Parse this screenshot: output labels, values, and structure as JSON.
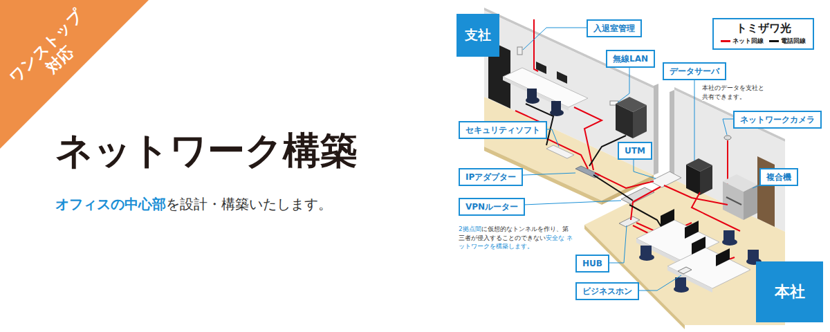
{
  "diagram": {
    "title": "ネットワーク構築",
    "nodes": [
      {
        "text": [
          "ワンストップ 対応"
        ]
      },
      {
        "text": [
          "支社"
        ]
      },
      {
        "text": [
          "入退室管理"
        ]
      },
      {
        "text": [
          "トミザワ光"
        ]
      },
      {
        "text": [
          "無線LAN"
        ]
      },
      {
        "text": [
          "データサーバ"
        ]
      },
      {
        "text": [
          "ネットワークカメラ"
        ]
      },
      {
        "text": [
          "セキュリティソフト"
        ]
      },
      {
        "text": [
          "UTM"
        ]
      },
      {
        "text": [
          "IPアダプター"
        ]
      },
      {
        "text": [
          "複合機"
        ]
      },
      {
        "text": [
          "VPNルーター"
        ]
      },
      {
        "text": [
          "HUB"
        ]
      },
      {
        "text": [
          "ビジネスホン"
        ]
      },
      {
        "text": [
          "本社"
        ]
      }
    ],
    "labels": [
      "オフィスの中心部",
      "を設計・構築いたします。",
      "本社のデータを支社と 共有できます。",
      "2拠点間",
      "に仮想的なトンネルを作り、第 三者が侵入することのできない",
      "安全な ネットワークを構築します。"
    ],
    "legend": [
      {
        "text": "ネット回線",
        "color": "#e60012"
      },
      {
        "text": "電話回線",
        "color": "#111111"
      }
    ]
  }
}
